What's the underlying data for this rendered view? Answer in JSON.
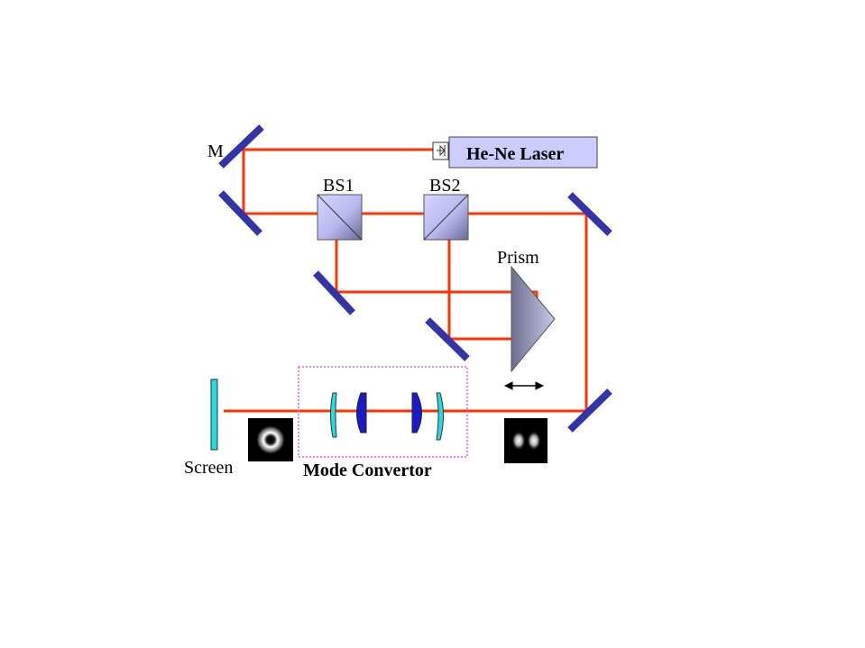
{
  "labels": {
    "mirror": "M",
    "laser": "He-Ne Laser",
    "bs1": "BS1",
    "bs2": "BS2",
    "prism": "Prism",
    "screen": "Screen",
    "mode_convertor": "Mode Convertor"
  },
  "colors": {
    "beam": "#ff3300",
    "mirror": "#3333aa",
    "laser_box": "#ccccff",
    "splitter": "#b8b8ee",
    "prism": "#9a9ab8",
    "lens_light": "#22dddd",
    "lens_dark": "#1a1acc",
    "screen": "#22dddd",
    "dotted_box": "#ff55ee"
  },
  "icons": {
    "laser_output": "laser-aperture-icon",
    "prism_motion": "double-arrow-icon",
    "beam_ring": "donut-beam-profile",
    "beam_two_lobe": "two-lobe-beam-profile"
  }
}
